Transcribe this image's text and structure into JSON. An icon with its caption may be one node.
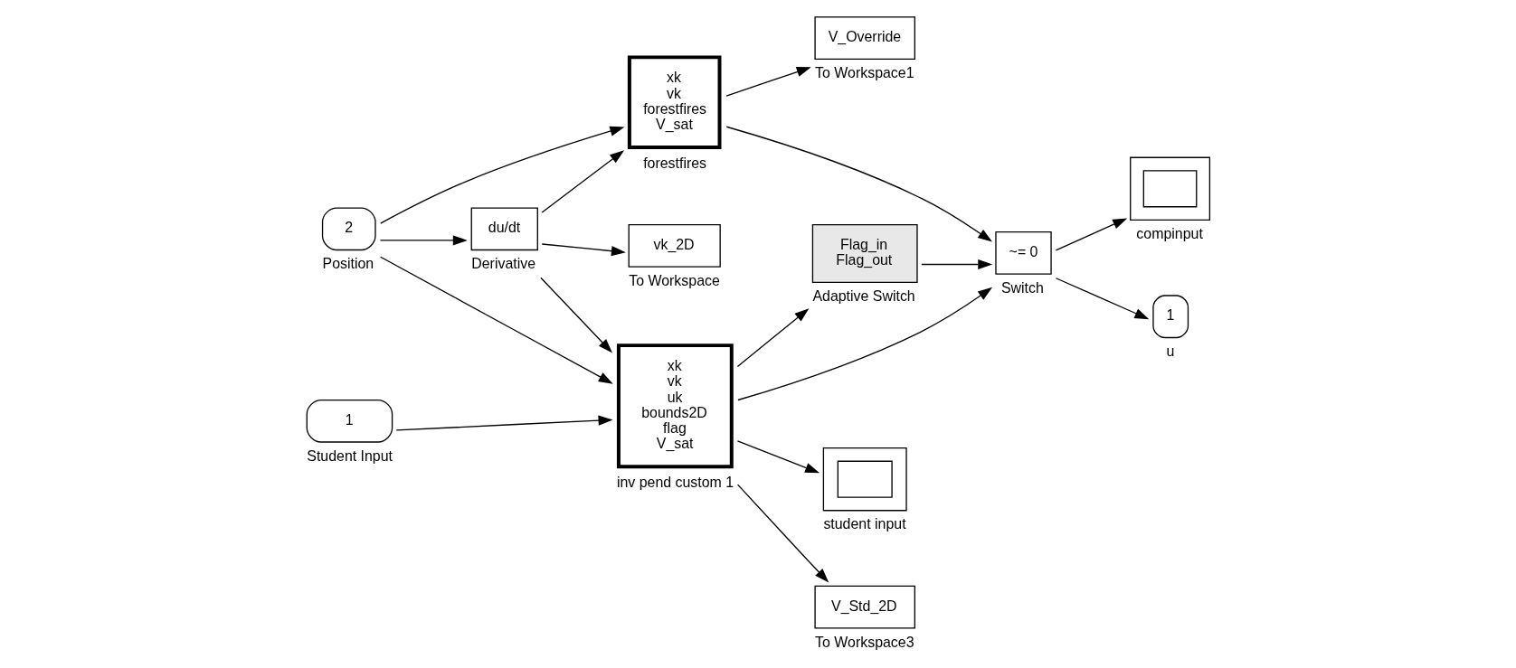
{
  "diagram": {
    "nodes": [
      {
        "text": [
          "xk",
          "vk",
          "forestfires",
          "V_sat"
        ],
        "beside": [
          "forestfires"
        ]
      },
      {
        "text": [
          "V_Override"
        ],
        "beside": [
          "To Workspace1"
        ]
      },
      {
        "text": [
          "du/dt"
        ],
        "beside": [
          "Derivative"
        ]
      },
      {
        "text": [
          "vk_2D"
        ],
        "beside": [
          "To Workspace"
        ]
      },
      {
        "text": [],
        "shape": "box",
        "beside": [
          "compinput"
        ]
      },
      {
        "text": [
          "2"
        ],
        "beside": [
          "Position"
        ]
      },
      {
        "text": [
          "xk",
          "vk",
          "uk",
          "bounds2D",
          "flag",
          "V_sat"
        ],
        "beside": [
          "inv pend custom 1"
        ]
      },
      {
        "text": [
          "Flag_in",
          "Flag_out"
        ],
        "beside": [
          "Adaptive Switch"
        ]
      },
      {
        "text": [
          "~= 0"
        ],
        "beside": [
          "Switch"
        ]
      },
      {
        "text": [
          "1"
        ],
        "beside": [
          "u"
        ]
      },
      {
        "text": [
          "1"
        ],
        "beside": [
          "Student Input"
        ]
      },
      {
        "text": [],
        "shape": "box",
        "beside": [
          "student input"
        ]
      },
      {
        "text": [
          "V_Std_2D"
        ],
        "beside": [
          "To Workspace3"
        ]
      }
    ],
    "edges": [
      {
        "from": 5,
        "to": 0,
        "arrow": "to"
      },
      {
        "from": 5,
        "to": 2,
        "arrow": "to"
      },
      {
        "from": 5,
        "to": 6,
        "arrow": "to"
      },
      {
        "from": 2,
        "to": 0,
        "arrow": "to"
      },
      {
        "from": 2,
        "to": 3,
        "arrow": "to"
      },
      {
        "from": 2,
        "to": 6,
        "arrow": "to"
      },
      {
        "from": 10,
        "to": 6,
        "arrow": "to"
      },
      {
        "from": 0,
        "to": 1,
        "arrow": "to"
      },
      {
        "from": 0,
        "to": 8,
        "arrow": "to"
      },
      {
        "from": 6,
        "to": 7,
        "arrow": "to"
      },
      {
        "from": 7,
        "to": 8,
        "arrow": "to"
      },
      {
        "from": 6,
        "to": 8,
        "arrow": "to"
      },
      {
        "from": 6,
        "to": 11,
        "arrow": "to"
      },
      {
        "from": 6,
        "to": 12,
        "arrow": "to"
      },
      {
        "from": 8,
        "to": 4,
        "arrow": "to"
      },
      {
        "from": 8,
        "to": 9,
        "arrow": "to"
      }
    ]
  }
}
